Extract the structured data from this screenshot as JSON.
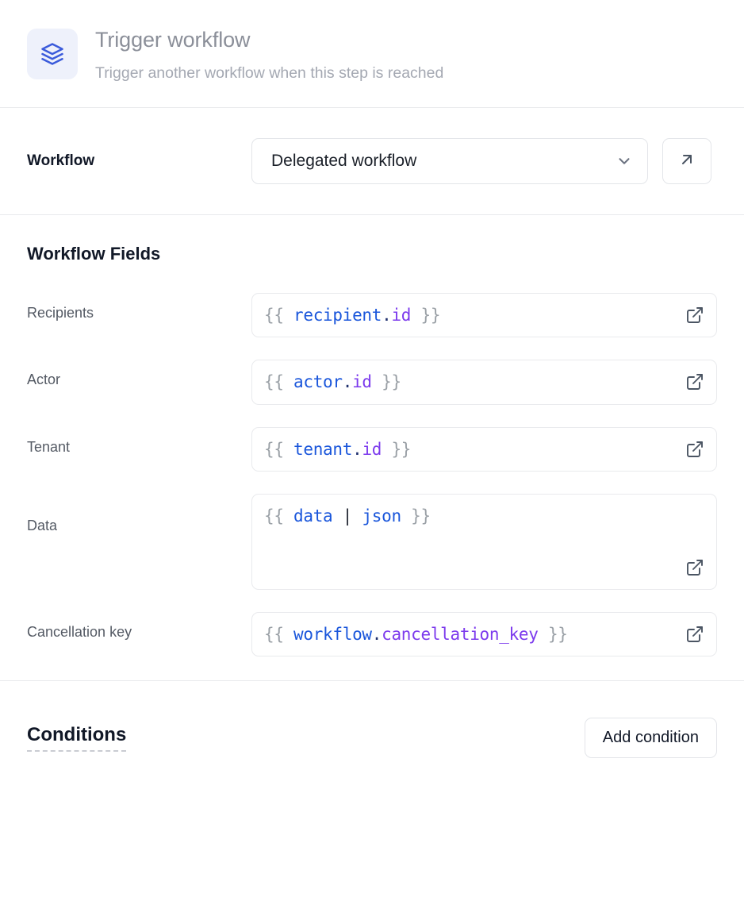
{
  "header": {
    "icon": "layers-icon",
    "title": "Trigger workflow",
    "subtitle": "Trigger another workflow when this step is reached"
  },
  "workflow_row": {
    "label": "Workflow",
    "selected": "Delegated workflow",
    "chevron_icon": "chevron-down-icon",
    "open_icon": "arrow-up-right-icon"
  },
  "fields_section": {
    "heading": "Workflow Fields",
    "expand_icon": "external-link-icon",
    "fields": [
      {
        "label": "Recipients",
        "multiline": false,
        "tokens": [
          {
            "t": "{{ ",
            "c": "br"
          },
          {
            "t": "recipient",
            "c": "obj"
          },
          {
            "t": ".",
            "c": "dot"
          },
          {
            "t": "id",
            "c": "prop"
          },
          {
            "t": " }}",
            "c": "br"
          }
        ],
        "value": "{{ recipient.id }}"
      },
      {
        "label": "Actor",
        "multiline": false,
        "tokens": [
          {
            "t": "{{ ",
            "c": "br"
          },
          {
            "t": "actor",
            "c": "obj"
          },
          {
            "t": ".",
            "c": "dot"
          },
          {
            "t": "id",
            "c": "prop"
          },
          {
            "t": " }}",
            "c": "br"
          }
        ],
        "value": "{{ actor.id }}"
      },
      {
        "label": "Tenant",
        "multiline": false,
        "tokens": [
          {
            "t": "{{ ",
            "c": "br"
          },
          {
            "t": "tenant",
            "c": "obj"
          },
          {
            "t": ".",
            "c": "dot"
          },
          {
            "t": "id",
            "c": "prop"
          },
          {
            "t": " }}",
            "c": "br"
          }
        ],
        "value": "{{ tenant.id }}"
      },
      {
        "label": "Data",
        "multiline": true,
        "tokens": [
          {
            "t": "{{ ",
            "c": "br"
          },
          {
            "t": "data",
            "c": "obj"
          },
          {
            "t": " ",
            "c": "br"
          },
          {
            "t": "|",
            "c": "pipe"
          },
          {
            "t": " ",
            "c": "br"
          },
          {
            "t": "json",
            "c": "obj"
          },
          {
            "t": " }}",
            "c": "br"
          }
        ],
        "value": "{{ data | json }}"
      },
      {
        "label": "Cancellation key",
        "multiline": false,
        "tokens": [
          {
            "t": "{{ ",
            "c": "br"
          },
          {
            "t": "workflow",
            "c": "obj"
          },
          {
            "t": ".",
            "c": "dot"
          },
          {
            "t": "cancellation_key",
            "c": "prop"
          },
          {
            "t": " }}",
            "c": "br"
          }
        ],
        "value": "{{ workflow.cancellation_key }}"
      }
    ]
  },
  "conditions": {
    "title": "Conditions",
    "add_label": "Add condition"
  },
  "colors": {
    "accent": "#3b5bdb",
    "accent_bg": "#eef1fb",
    "title_gray": "#8b8f99",
    "subtitle_gray": "#a4a8b2",
    "border": "#e9eaed",
    "code_object": "#1a56db",
    "code_property": "#7c3aed",
    "code_brace": "#9aa0a6"
  }
}
